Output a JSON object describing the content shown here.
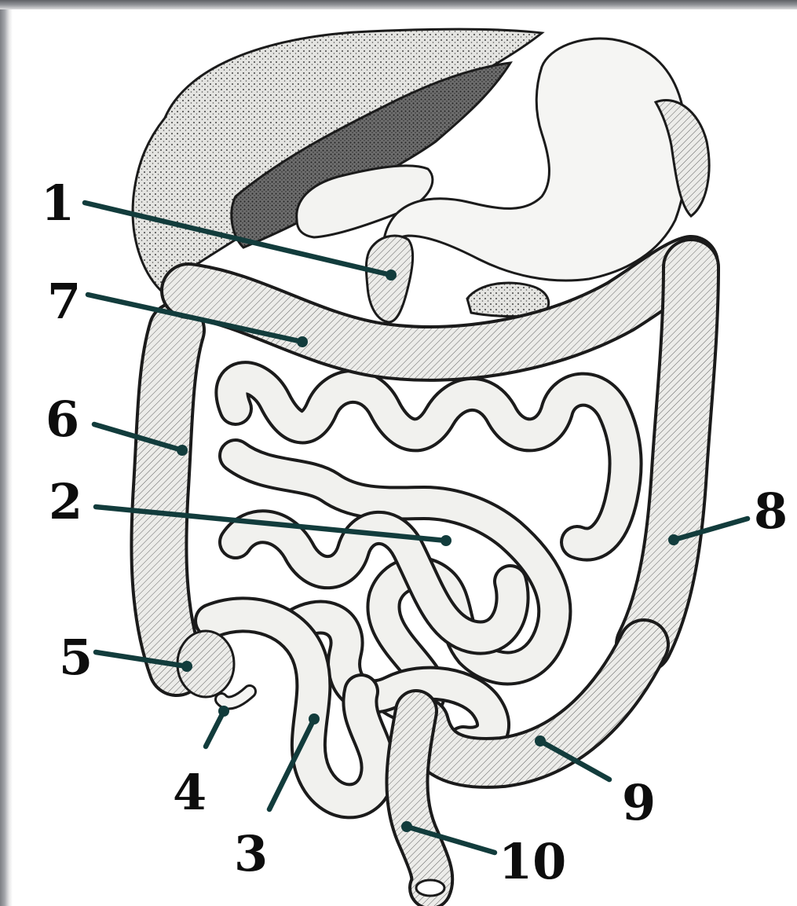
{
  "labels": [
    {
      "id": "1",
      "text": "1"
    },
    {
      "id": "2",
      "text": "2"
    },
    {
      "id": "3",
      "text": "3"
    },
    {
      "id": "4",
      "text": "4"
    },
    {
      "id": "5",
      "text": "5"
    },
    {
      "id": "6",
      "text": "6"
    },
    {
      "id": "7",
      "text": "7"
    },
    {
      "id": "8",
      "text": "8"
    },
    {
      "id": "9",
      "text": "9"
    },
    {
      "id": "10",
      "text": "10"
    }
  ],
  "colors": {
    "ink": "#1b1b1b",
    "leader": "#123c3c",
    "organ_light": "#f4f4f2",
    "organ_mid": "#d9d9d5",
    "organ_dark": "#4a4a4a",
    "frame_gray": "#8f9196"
  }
}
